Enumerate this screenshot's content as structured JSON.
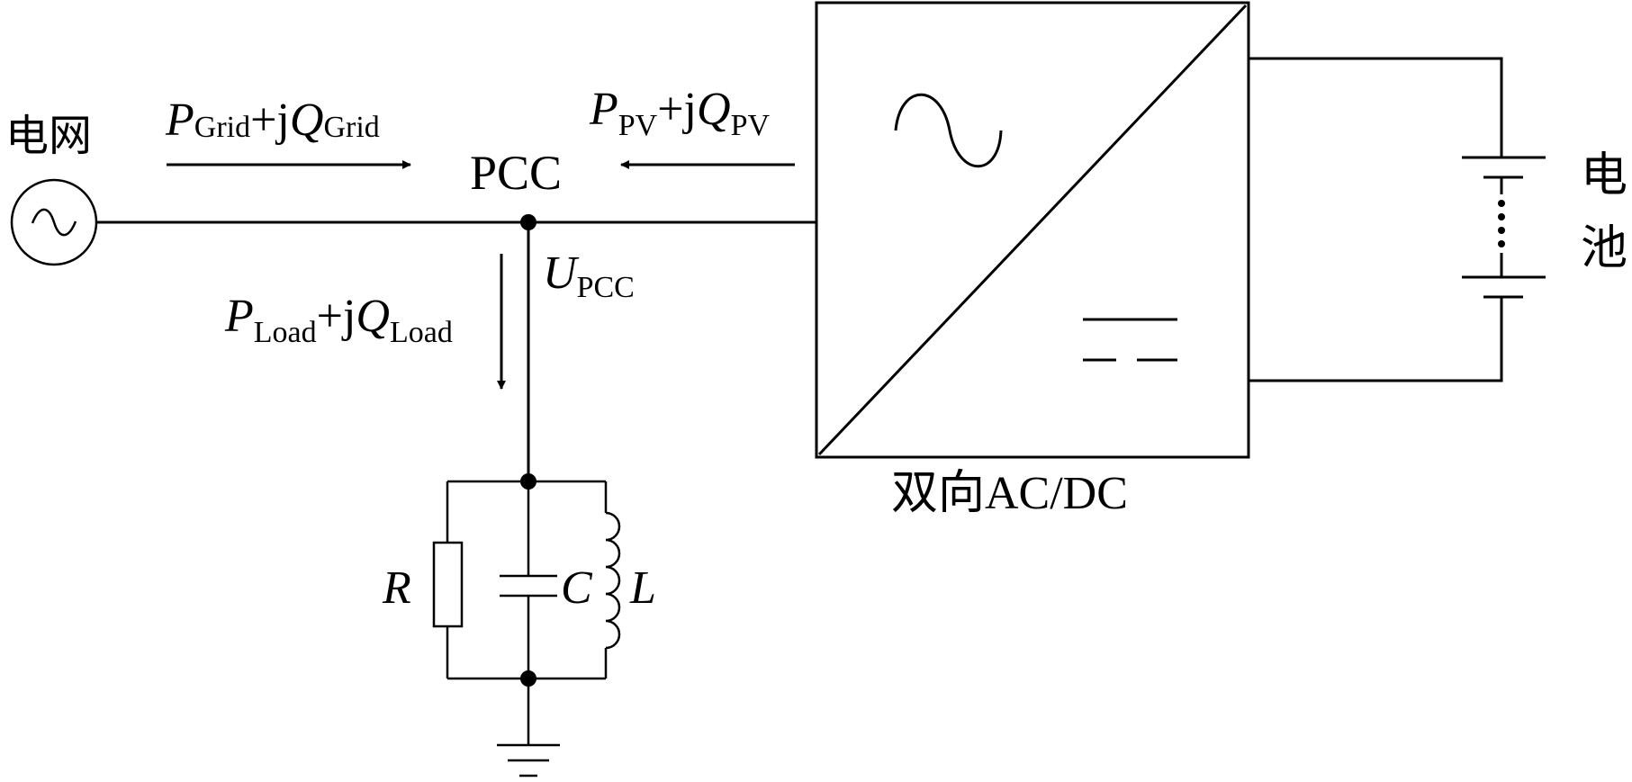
{
  "grid": {
    "label": "电网"
  },
  "pcc": {
    "label": "PCC",
    "voltage_symbol": "U",
    "voltage_sub": "PCC"
  },
  "flows": {
    "grid": {
      "p": "P",
      "p_sub": "Grid",
      "plus_j": "+j",
      "q": "Q",
      "q_sub": "Grid"
    },
    "pv": {
      "p": "P",
      "p_sub": "PV",
      "plus_j": "+j",
      "q": "Q",
      "q_sub": "PV"
    },
    "load": {
      "p": "P",
      "p_sub": "Load",
      "plus_j": "+j",
      "q": "Q",
      "q_sub": "Load"
    }
  },
  "load_elements": {
    "resistor": "R",
    "capacitor": "C",
    "inductor": "L"
  },
  "converter": {
    "label": "双向AC/DC"
  },
  "battery": {
    "label_line1": "电",
    "label_line2": "池"
  }
}
